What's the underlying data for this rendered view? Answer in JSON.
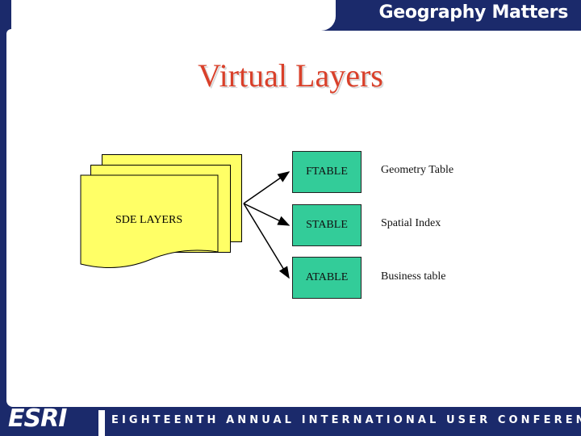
{
  "header": {
    "title": "Geography Matters"
  },
  "slide": {
    "title": "Virtual Layers"
  },
  "diagram": {
    "source_label": "SDE LAYERS",
    "tables": [
      {
        "name": "FTABLE",
        "description": "Geometry Table"
      },
      {
        "name": "STABLE",
        "description": "Spatial Index"
      },
      {
        "name": "ATABLE",
        "description": "Business table"
      }
    ]
  },
  "footer": {
    "logo": "ESRI",
    "conference": "EIGHTEENTH ANNUAL INTERNATIONAL USER CONFERENCE"
  },
  "colors": {
    "navy": "#1b2a6b",
    "title_red": "#d9402a",
    "doc_yellow": "#ffff66",
    "table_green": "#33cc99"
  }
}
